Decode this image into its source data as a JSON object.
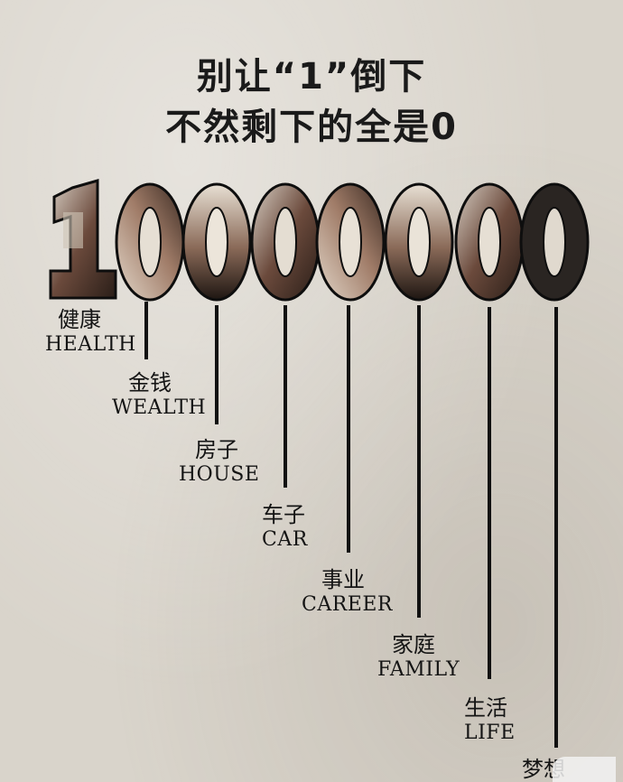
{
  "title": {
    "line1": "别让“1”倒下",
    "line2": "不然剩下的全是0"
  },
  "number_glyphs": [
    "1",
    "0",
    "0",
    "0",
    "0",
    "0",
    "0",
    "0"
  ],
  "labels": [
    {
      "zh": "健康",
      "en": "HEALTH"
    },
    {
      "zh": "金钱",
      "en": "WEALTH"
    },
    {
      "zh": "房子",
      "en": "HOUSE"
    },
    {
      "zh": "车子",
      "en": "CAR"
    },
    {
      "zh": "事业",
      "en": "CAREER"
    },
    {
      "zh": "家庭",
      "en": "FAMILY"
    },
    {
      "zh": "生活",
      "en": "LIFE"
    },
    {
      "zh": "梦想",
      "en": ""
    }
  ],
  "colors": {
    "background": "#d9d4cb",
    "ink": "#111111",
    "photo_fill_a": "#7a5a4a",
    "photo_fill_b": "#c9b8a8"
  }
}
